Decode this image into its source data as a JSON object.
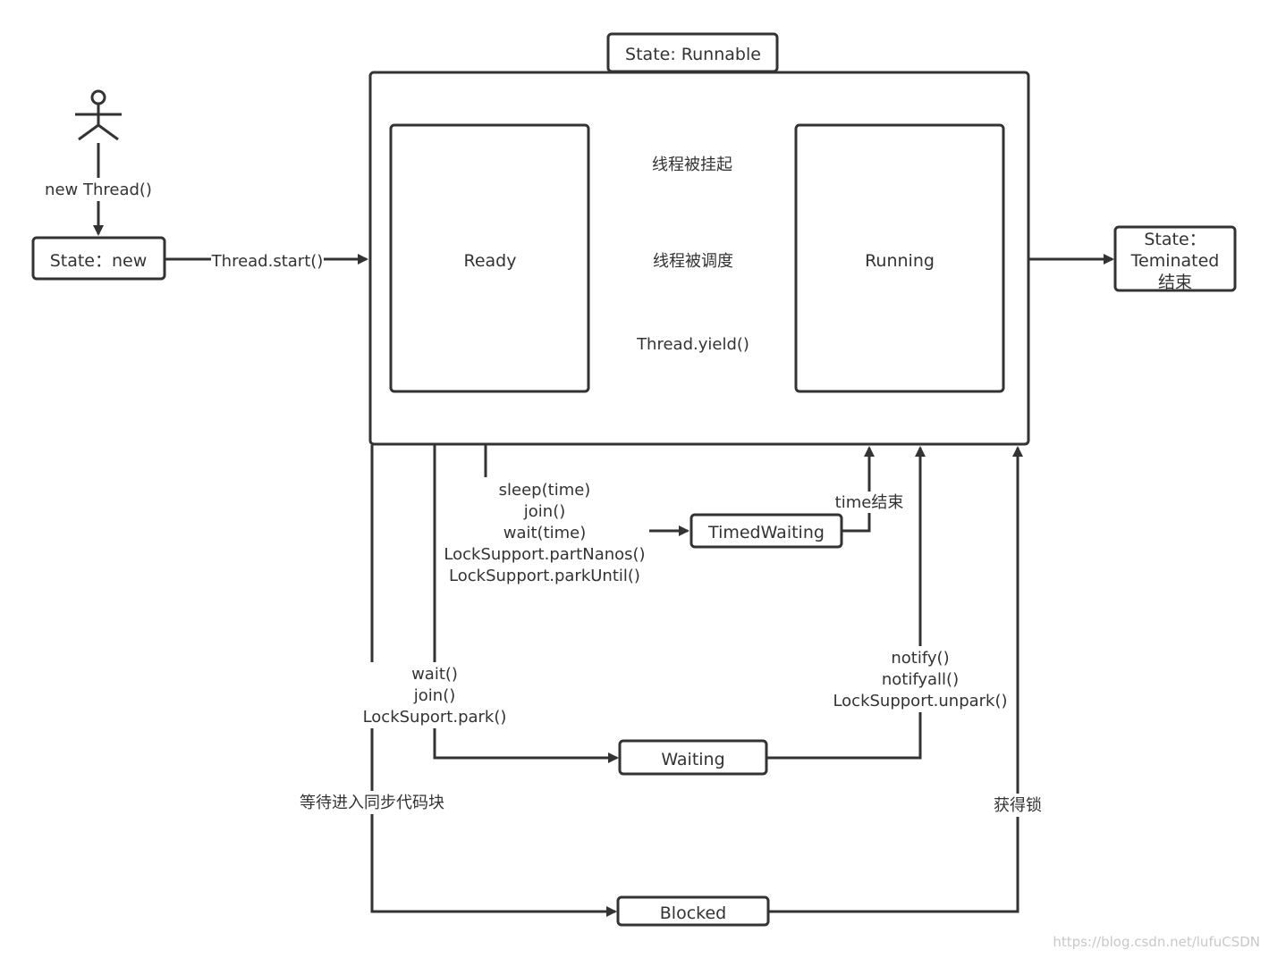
{
  "states": {
    "runnable": "State: Runnable",
    "new": "State：new",
    "ready": "Ready",
    "running": "Running",
    "terminated": [
      "State：",
      "Teminated",
      "结束"
    ],
    "timed_waiting": "TimedWaiting",
    "waiting": "Waiting",
    "blocked": "Blocked"
  },
  "transitions": {
    "new_thread": "new Thread()",
    "thread_start": "Thread.start()",
    "suspended": "线程被挂起",
    "scheduled": "线程被调度",
    "yield": "Thread.yield()",
    "timed_wait_calls": [
      "sleep(time)",
      "join()",
      "wait(time)",
      "LockSupport.partNanos()",
      "LockSupport.parkUntil()"
    ],
    "time_end": "time结束",
    "wait_calls": [
      "wait()",
      "join()",
      "LockSuport.park()"
    ],
    "notify_calls": [
      "notify()",
      "notifyall()",
      "LockSupport.unpark()"
    ],
    "enter_sync": "等待进入同步代码块",
    "acquire_lock": "获得锁"
  },
  "watermark": "https://blog.csdn.net/lufuCSDN"
}
